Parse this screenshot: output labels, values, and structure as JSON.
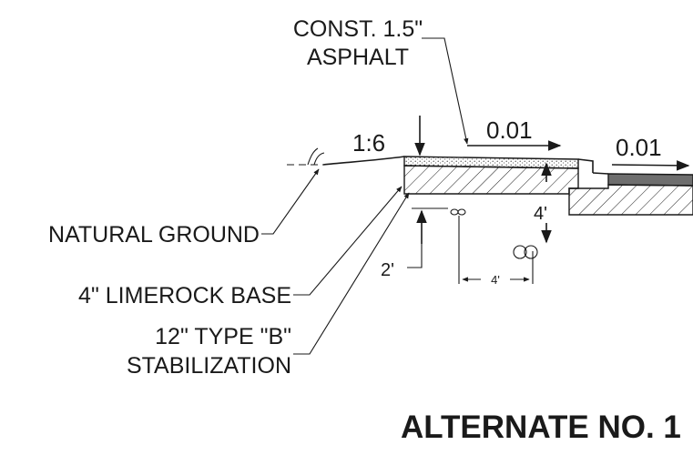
{
  "labels": {
    "asphalt_line1": "CONST. 1.5\"",
    "asphalt_line2": "ASPHALT",
    "natural_ground": "NATURAL GROUND",
    "limerock_base": "4\" LIMEROCK BASE",
    "stabilization_line1": "12\" TYPE \"B\"",
    "stabilization_line2": "STABILIZATION"
  },
  "slopes": {
    "side_slope": "1:6",
    "pavement_slope_left": "0.01",
    "pavement_slope_right": "0.01"
  },
  "dimensions": {
    "depth_right": "4'",
    "depth_left": "2'",
    "offset": "4'"
  },
  "title": "ALTERNATE NO. 1",
  "colors": {
    "ink": "#1a1a1a",
    "asphalt_fill": "#6e6e6e",
    "base_fill": "#ffffff"
  }
}
